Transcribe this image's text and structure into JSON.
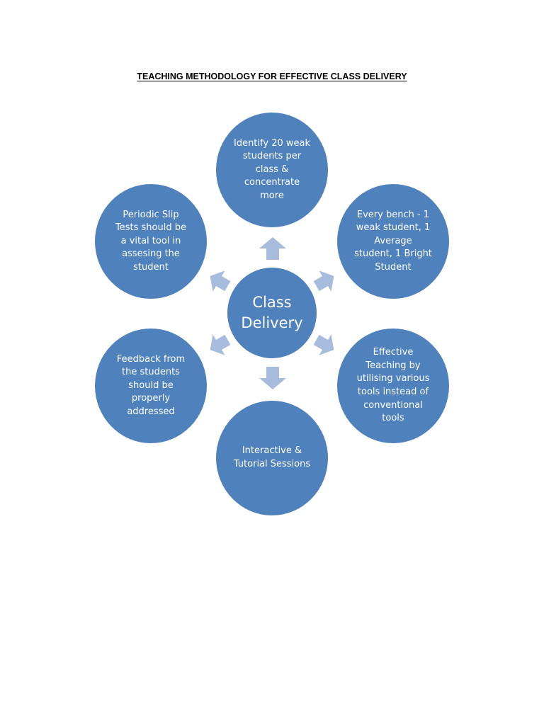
{
  "title": "TEACHING METHODOLOGY FOR EFFECTIVE CLASS DELIVERY",
  "colors": {
    "node_fill": "#4f81bd",
    "arrow_fill": "#a7bcdc",
    "text": "#ffffff"
  },
  "center": {
    "label": "Class\nDelivery"
  },
  "nodes": [
    {
      "id": "top",
      "label": "Identify 20 weak\nstudents per\nclass &\nconcentrate\nmore"
    },
    {
      "id": "upper-right",
      "label": "Every bench - 1\nweak student, 1\nAverage\nstudent, 1 Bright\nStudent"
    },
    {
      "id": "lower-right",
      "label": "Effective\nTeaching by\nutilising various\ntools instead of\nconventional\ntools"
    },
    {
      "id": "bottom",
      "label": "Interactive &\nTutorial Sessions"
    },
    {
      "id": "lower-left",
      "label": "Feedback from\nthe students\nshould be\nproperly\naddressed"
    },
    {
      "id": "upper-left",
      "label": "Periodic Slip\nTests should be\na vital tool in\nassesing the\nstudent"
    }
  ]
}
